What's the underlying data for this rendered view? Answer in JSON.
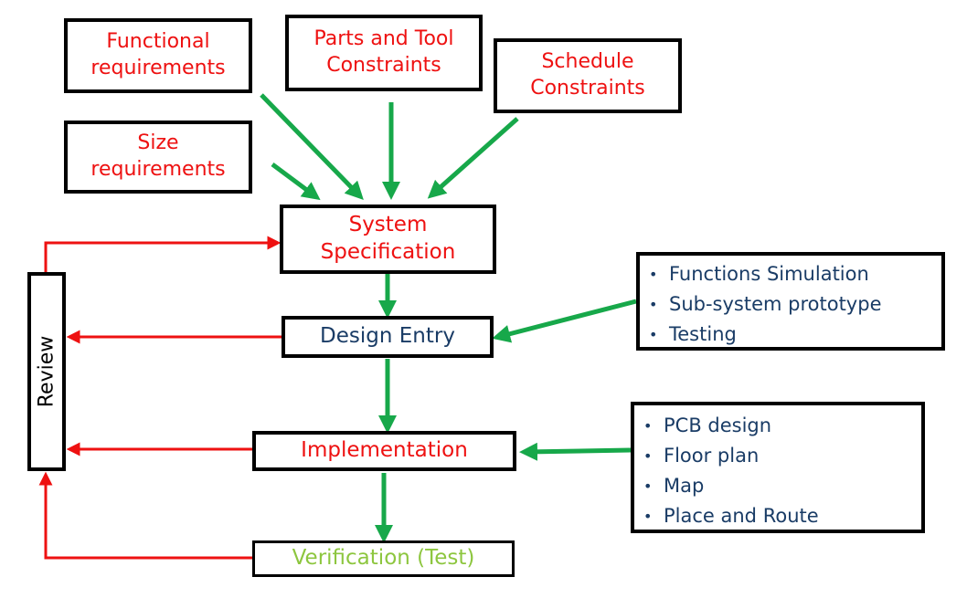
{
  "requirements": {
    "functional": "Functional\nrequirements",
    "parts": "Parts and Tool\nConstraints",
    "schedule": "Schedule\nConstraints",
    "size": "Size\nrequirements"
  },
  "stages": {
    "system_spec": "System\nSpecification",
    "design_entry": "Design Entry",
    "implementation": "Implementation",
    "verification": "Verification (Test)",
    "review": "Review"
  },
  "design_entry_tasks": [
    "Functions Simulation",
    "Sub-system prototype",
    "Testing"
  ],
  "implementation_tasks": [
    "PCB design",
    "Floor plan",
    "Map",
    "Place and Route"
  ],
  "colors": {
    "requirement_text": "#ee1111",
    "design_text": "#1a3c66",
    "verification_text": "#8dc63f",
    "flow_arrow": "#17a84a",
    "review_arrow": "#ee1111"
  }
}
